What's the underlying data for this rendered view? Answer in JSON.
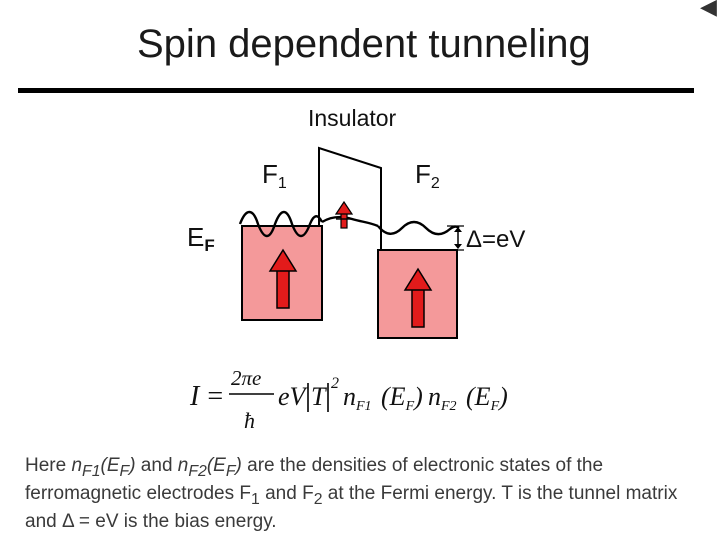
{
  "slide": {
    "title": "Spin dependent tunneling",
    "corner_glyph": "◀"
  },
  "diagram": {
    "insulator_label": "Insulator",
    "f1_label": "F",
    "f1_sub": "1",
    "f2_label": "F",
    "f2_sub": "2",
    "ef_label": "E",
    "ef_sub": "F",
    "delta_label": "Δ=eV",
    "electrode_fill": "#f4999a",
    "arrow_color": "#e21b1b"
  },
  "formula": {
    "lhs": "I",
    "equals": "=",
    "numerator": "2πe",
    "denominator": "ħ",
    "ev": "eV",
    "t_abs": "T",
    "t_exp": "2",
    "n1": "n",
    "n1_sub": "F1",
    "n2": "n",
    "n2_sub": "F2",
    "arg": "E",
    "arg_sub": "F"
  },
  "paragraph": {
    "part1": "Here ",
    "n1": "n",
    "n1_sub": "F1",
    "n1_arg": "(E",
    "n1_arg_sub": "F",
    "n1_close": ")",
    "and1": " and ",
    "n2": "n",
    "n2_sub": "F2",
    "n2_arg": "(E",
    "n2_arg_sub": "F",
    "n2_close": ")",
    "part2": " are the densities of electronic states of the ferromagnetic electrodes F",
    "f1_sub": "1",
    "and2": " and F",
    "f2_sub": "2",
    "part3": " at the Fermi energy. T is the tunnel matrix and Δ = eV is the bias energy."
  }
}
